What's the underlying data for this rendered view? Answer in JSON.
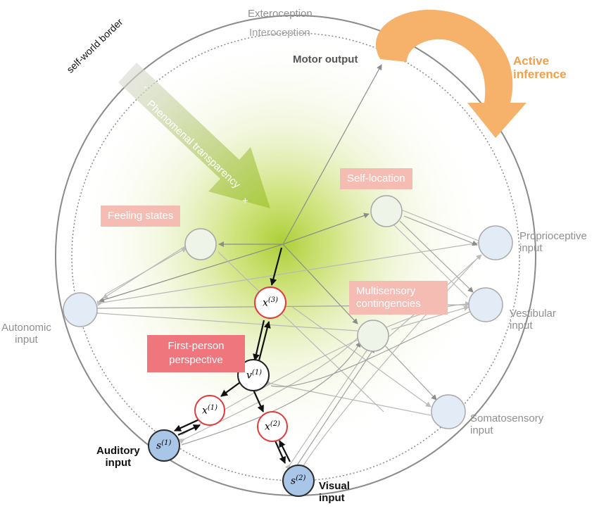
{
  "labels": {
    "exteroception": "Exteroception",
    "interoception": "Interoception",
    "self_world_border": "self-world border",
    "motor_output": "Motor output",
    "active_inference": [
      "Active",
      "inference"
    ],
    "phenomenal_transparency": "Phenomenal transparency",
    "transparency_minus": "-",
    "transparency_plus": "+",
    "self_location": "Self-location",
    "feeling_states": "Feeling states",
    "multisensory_contingencies": [
      "Multisensory",
      "contingencies"
    ],
    "first_person_perspective": [
      "First-person",
      "perspective"
    ],
    "proprioceptive_input": [
      "Proprioceptive",
      "input"
    ],
    "vestibular_input": [
      "Vestibular",
      "input"
    ],
    "autonomic_input": [
      "Autonomic",
      "input"
    ],
    "somatosensory_input": [
      "Somatosensory",
      "input"
    ],
    "auditory_input": [
      "Auditory",
      "input"
    ],
    "visual_input": [
      "Visual",
      "input"
    ]
  },
  "nodes": {
    "x3": {
      "base": "x",
      "sup": "(3)"
    },
    "v1": {
      "base": "v",
      "sup": "(1)"
    },
    "x1": {
      "base": "x",
      "sup": "(1)"
    },
    "x2": {
      "base": "x",
      "sup": "(2)"
    },
    "s1": {
      "base": "s",
      "sup": "(1)"
    },
    "s2": {
      "base": "s",
      "sup": "(2)"
    }
  },
  "colors": {
    "outer_circle": "#8a8a8a",
    "active_inference": "#f6b26b",
    "red_node": "#e03a3a",
    "blue_node_fill": "#a9c6e8",
    "blue_node_stroke": "#2b2b2b",
    "pale_green_node": "#eef4e8",
    "pale_blue_node": "#e3ebf6",
    "glow": "#a8cc2a"
  }
}
